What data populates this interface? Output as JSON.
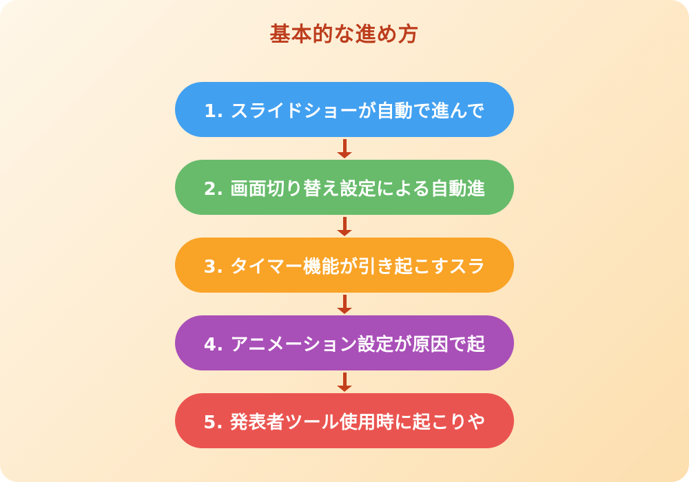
{
  "page": {
    "title": "基本的な進め方",
    "colors": {
      "background_start": "#FEF6E8",
      "background_end": "#FDDFAF",
      "title": "#BC3D1D",
      "arrow": "#C33F1B",
      "step_text": "#FFFFFF"
    }
  },
  "flow": {
    "steps": [
      {
        "label": "1. スライドショーが自動で進んで",
        "color": "#42A0F0"
      },
      {
        "label": "2. 画面切り替え設定による自動進",
        "color": "#67BB6B"
      },
      {
        "label": "3. タイマー機能が引き起こすスラ",
        "color": "#F9A327"
      },
      {
        "label": "4. アニメーション設定が原因で起",
        "color": "#A94FB8"
      },
      {
        "label": "5. 発表者ツール使用時に起こりや",
        "color": "#EA5450"
      }
    ]
  }
}
